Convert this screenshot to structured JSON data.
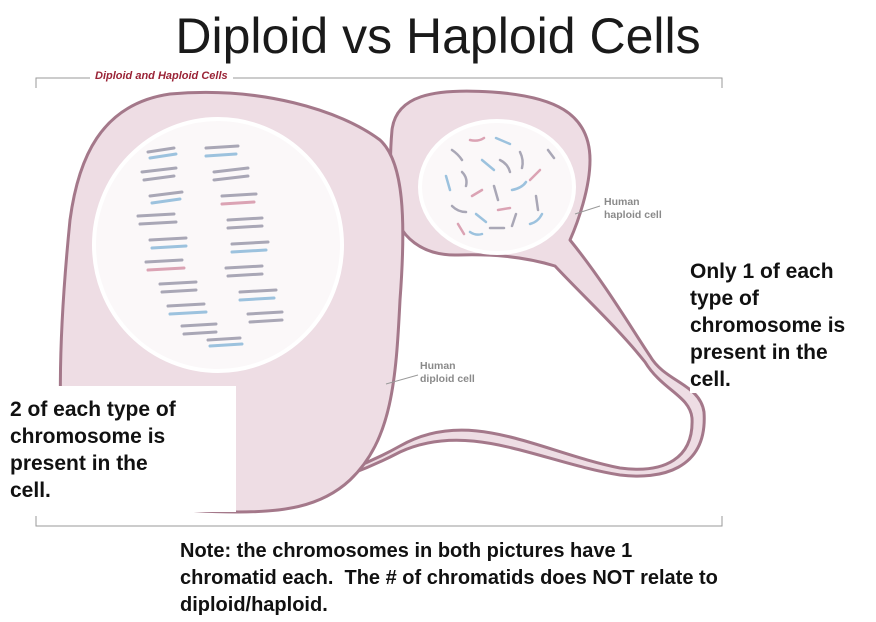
{
  "title": "Diploid vs Haploid Cells",
  "figure": {
    "frame_label": "Diploid and Haploid Cells",
    "diploid_label": "Human\ndiploid cell",
    "haploid_label": "Human\nhaploid cell"
  },
  "callouts": {
    "haploid": "Only 1 of each\ntype of\nchromosome is\npresent in the\ncell.",
    "diploid": "2 of each type of\nchromosome is\npresent in the\ncell."
  },
  "note": "Note: the chromosomes in both pictures have 1\nchromatid each.  The # of chromatids does NOT relate to\ndiploid/haploid.",
  "colors": {
    "cell_fill": "#eedde4",
    "cell_outline": "#a4788a",
    "nucleus_fill": "#fbf8f9",
    "chromosome_gray": "#a9a7b6",
    "chromosome_blue": "#9cc2de",
    "chromosome_pink": "#dba3b4"
  }
}
